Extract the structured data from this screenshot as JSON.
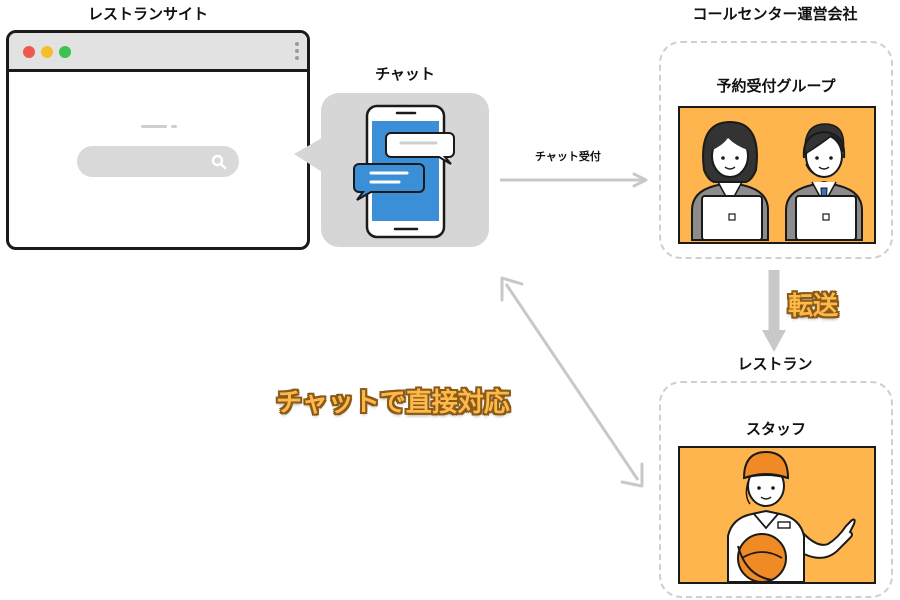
{
  "restaurant_site": {
    "title": "レストランサイト"
  },
  "chat": {
    "title": "チャット"
  },
  "callcenter": {
    "title": "コールセンター運営会社",
    "group_label": "予約受付グループ"
  },
  "restaurant": {
    "title": "レストラン",
    "staff_label": "スタッフ"
  },
  "flows": {
    "chat_receive": "チャット受付",
    "transfer": "転送",
    "direct": "チャットで直接対応"
  },
  "colors": {
    "accent_orange": "#ffb54d",
    "arrow_gray": "#c8c8c8",
    "chat_phone_blue": "#3b8fd6"
  }
}
